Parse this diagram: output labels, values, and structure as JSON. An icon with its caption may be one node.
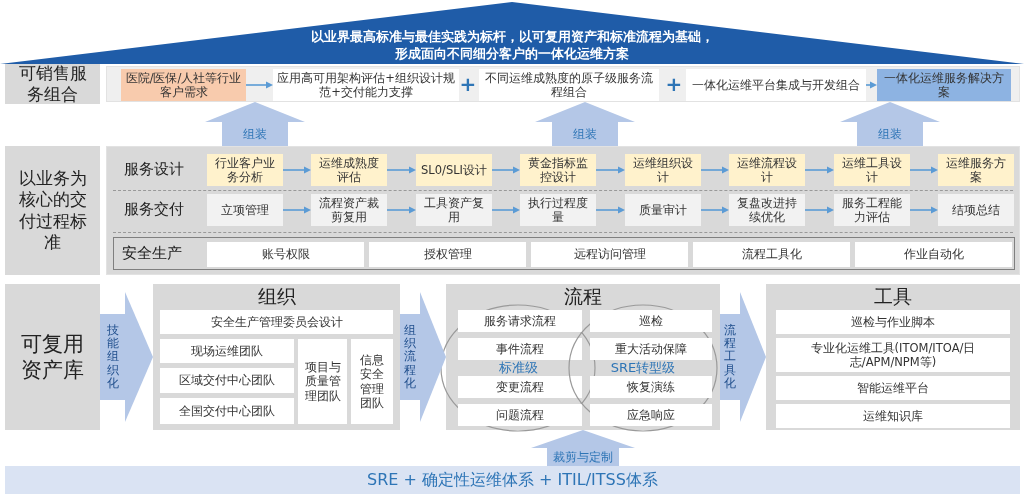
{
  "diagram": {
    "nodes": [
      {
        "text": [
          "以业界最高标准与最佳实践为标杆，以可复用资产和标准流程为基础，形成面向不同细分客户的一体化运维方案"
        ]
      },
      {
        "text": [
          "可销售服务组合"
        ]
      },
      {
        "text": [],
        "shape": "box"
      },
      {
        "text": [
          "医院/医保/人社等行业客户需求"
        ],
        "in": 2
      },
      {
        "text": [
          "应用高可用架构评估+组织设计规范+交付能力支撑"
        ],
        "in": 2
      },
      {
        "text": [
          "不同运维成熟度的原子级服务流程组合"
        ],
        "in": 2
      },
      {
        "text": [
          "一体化运维平台集成与开发组合"
        ],
        "in": 2
      },
      {
        "text": [
          "一体化运维服务解决方案"
        ],
        "in": 2
      },
      {
        "text": [
          "以业务为核心的交付过程标准"
        ]
      },
      {
        "text": [],
        "shape": "box"
      },
      {
        "text": [
          "行业客户业务分析"
        ],
        "in": 9
      },
      {
        "text": [
          "运维成熟度评估"
        ],
        "in": 9
      },
      {
        "text": [
          "SL0/SLI设计"
        ],
        "in": 9
      },
      {
        "text": [
          "黄金指标监控设计"
        ],
        "in": 9
      },
      {
        "text": [
          "运维组织设计"
        ],
        "in": 9
      },
      {
        "text": [
          "运维流程设计"
        ],
        "in": 9
      },
      {
        "text": [
          "运维工具设计"
        ],
        "in": 9
      },
      {
        "text": [
          "运维服务方案"
        ],
        "in": 9
      },
      {
        "text": [
          "立项管理"
        ],
        "in": 9
      },
      {
        "text": [
          "流程资产裁剪复用"
        ],
        "in": 9
      },
      {
        "text": [
          "工具资产复用"
        ],
        "in": 9
      },
      {
        "text": [
          "执行过程度量"
        ],
        "in": 9
      },
      {
        "text": [
          "质量审计"
        ],
        "in": 9
      },
      {
        "text": [
          "复盘改进持续优化"
        ],
        "in": 9
      },
      {
        "text": [
          "服务工程能力评估"
        ],
        "in": 9
      },
      {
        "text": [
          "结项总结"
        ],
        "in": 9
      },
      {
        "text": [
          "安全生产"
        ],
        "in": 9
      },
      {
        "text": [
          "账号权限"
        ],
        "in": 26
      },
      {
        "text": [
          "授权管理"
        ],
        "in": 26
      },
      {
        "text": [
          "远程访问管理"
        ],
        "in": 26
      },
      {
        "text": [
          "流程工具化"
        ],
        "in": 26
      },
      {
        "text": [
          "作业自动化"
        ],
        "in": 26
      },
      {
        "text": [
          "可复用资产库"
        ]
      },
      {
        "text": [
          "组织"
        ]
      },
      {
        "text": [
          "安全生产管理委员会设计"
        ],
        "in": 33
      },
      {
        "text": [
          "现场运维团队"
        ],
        "in": 33
      },
      {
        "text": [
          "区域交付中心团队"
        ],
        "in": 33
      },
      {
        "text": [
          "全国交付中心团队"
        ],
        "in": 33
      },
      {
        "text": [
          "项目与质量管理团队"
        ],
        "in": 33
      },
      {
        "text": [
          "信息安全管理团队"
        ],
        "in": 33
      },
      {
        "text": [
          "流程"
        ]
      },
      {
        "text": [
          "标准级"
        ],
        "in": 40
      },
      {
        "text": [
          "SRE转型级"
        ],
        "in": 40
      },
      {
        "text": [
          "服务请求流程"
        ],
        "in": 41
      },
      {
        "text": [
          "巡检"
        ],
        "in": 42
      },
      {
        "text": [
          "事件流程"
        ],
        "in": 41
      },
      {
        "text": [
          "重大活动保障"
        ],
        "in": 42
      },
      {
        "text": [
          "变更流程"
        ],
        "in": 41
      },
      {
        "text": [
          "恢复演练"
        ],
        "in": 42
      },
      {
        "text": [
          "问题流程"
        ],
        "in": 41
      },
      {
        "text": [
          "应急响应"
        ],
        "in": 42
      },
      {
        "text": [
          "工具"
        ]
      },
      {
        "text": [
          "巡检与作业脚本"
        ],
        "in": 51
      },
      {
        "text": [
          "专业化运维工具(ITOM/ITOA/日志/APM/NPM等)"
        ],
        "in": 51
      },
      {
        "text": [
          "智能运维平台"
        ],
        "in": 51
      },
      {
        "text": [
          "运维知识库"
        ],
        "in": 51
      },
      {
        "text": [
          "SRE + 确定性运维体系 + ITIL/ITSS体系"
        ]
      }
    ],
    "edges": [
      {
        "from": 3,
        "to": 4,
        "arrow": "to"
      },
      {
        "from": 6,
        "to": 7,
        "arrow": "to"
      },
      {
        "from": 9,
        "to": 2,
        "arrow": "to",
        "label": "组装",
        "style": "thick",
        "color": "#b4c7e7"
      },
      {
        "from": 9,
        "to": 2,
        "arrow": "to",
        "label": "组装",
        "style": "thick",
        "color": "#b4c7e7"
      },
      {
        "from": 9,
        "to": 2,
        "arrow": "to",
        "label": "组装",
        "style": "thick",
        "color": "#b4c7e7"
      },
      {
        "from": 10,
        "to": 11,
        "arrow": "to"
      },
      {
        "from": 11,
        "to": 12,
        "arrow": "to"
      },
      {
        "from": 12,
        "to": 13,
        "arrow": "to"
      },
      {
        "from": 13,
        "to": 14,
        "arrow": "to"
      },
      {
        "from": 14,
        "to": 15,
        "arrow": "to"
      },
      {
        "from": 15,
        "to": 16,
        "arrow": "to"
      },
      {
        "from": 16,
        "to": 17,
        "arrow": "to"
      },
      {
        "from": 18,
        "to": 19,
        "arrow": "to"
      },
      {
        "from": 19,
        "to": 20,
        "arrow": "to"
      },
      {
        "from": 20,
        "to": 21,
        "arrow": "to"
      },
      {
        "from": 21,
        "to": 22,
        "arrow": "to"
      },
      {
        "from": 22,
        "to": 23,
        "arrow": "to"
      },
      {
        "from": 23,
        "to": 24,
        "arrow": "to"
      },
      {
        "from": 24,
        "to": 25,
        "arrow": "to"
      },
      {
        "from": 32,
        "to": 33,
        "arrow": "to",
        "label": "技能组织化",
        "style": "thick",
        "color": "#b4c7e7"
      },
      {
        "from": 33,
        "to": 40,
        "arrow": "to",
        "label": "组织流程化",
        "style": "thick",
        "color": "#b4c7e7"
      },
      {
        "from": 40,
        "to": 51,
        "arrow": "to",
        "label": "流程工具化",
        "style": "thick",
        "color": "#b4c7e7"
      },
      {
        "from": 56,
        "to": 40,
        "arrow": "to",
        "label": "裁剪与定制",
        "style": "thick",
        "color": "#b4c7e7"
      }
    ],
    "labels": [
      "+",
      "+",
      "服务设计",
      "服务交付"
    ]
  }
}
